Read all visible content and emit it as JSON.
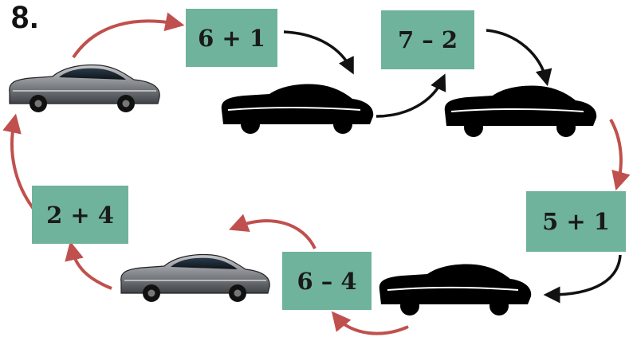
{
  "task": {
    "number": "8."
  },
  "expressions": [
    {
      "id": "box-1",
      "text": "6 + 1"
    },
    {
      "id": "box-2",
      "text": "7 – 2"
    },
    {
      "id": "box-3",
      "text": "5 + 1"
    },
    {
      "id": "box-4",
      "text": "6 – 4"
    },
    {
      "id": "box-5",
      "text": "2 + 4"
    }
  ],
  "colors": {
    "box_fill": "#6fb39d",
    "arrow_red": "#c0504d",
    "arrow_black": "#111111",
    "car_silhouette": "#000000",
    "car_photo_body": "#8e9094"
  },
  "cars": [
    {
      "id": "car-1",
      "style": "photo"
    },
    {
      "id": "car-2",
      "style": "silhouette"
    },
    {
      "id": "car-3",
      "style": "silhouette"
    },
    {
      "id": "car-4",
      "style": "silhouette"
    },
    {
      "id": "car-5",
      "style": "photo"
    }
  ]
}
